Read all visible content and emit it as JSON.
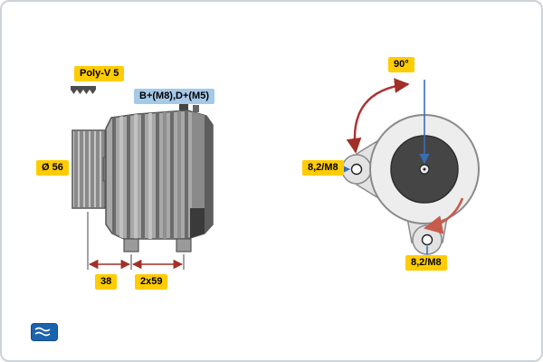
{
  "title": "Alternator technical drawing",
  "labels": {
    "belt": "Poly-V 5",
    "terminals": "B+(M8),D+(M5)",
    "pulley_diameter": "Ø 56",
    "dim_pulley_to_mount": "38",
    "dim_mount_spacing": "2x59",
    "mount_angle": "90°",
    "hole_left": "8,2/M8",
    "hole_bottom": "8,2/M8"
  },
  "colors": {
    "label_yellow": "#ffcc00",
    "label_blue": "#a6c9e8",
    "dimension_red": "#a03028",
    "leader_blue": "#3a6db5",
    "rotation_red": "#c75b4e",
    "body_gray": "#a8a8a8"
  }
}
